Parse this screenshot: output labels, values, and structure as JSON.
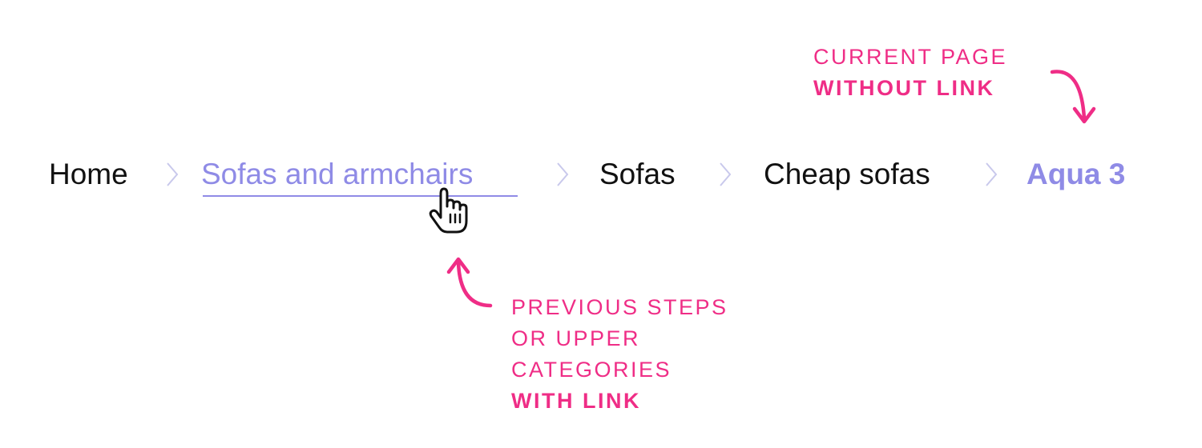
{
  "breadcrumb": {
    "items": [
      {
        "label": "Home",
        "state": "plain"
      },
      {
        "label": "Sofas and armchairs",
        "state": "hover-link"
      },
      {
        "label": "Sofas",
        "state": "plain"
      },
      {
        "label": "Cheap sofas",
        "state": "plain"
      },
      {
        "label": "Aqua 3",
        "state": "current"
      }
    ],
    "separator_icon": "chevron-right-icon"
  },
  "annotations": {
    "current_page": {
      "line1": "Current page",
      "line2": "Without link"
    },
    "previous_steps": {
      "line1": "Previous steps",
      "line2": "or upper",
      "line3": "categories",
      "line4": "With link"
    }
  },
  "icons": {
    "cursor": "hand-pointer-icon",
    "arrow": "curved-arrow-icon"
  },
  "colors": {
    "text": "#111111",
    "link": "#8f8be6",
    "separator": "#c9c9ec",
    "annotation": "#ef2d86"
  }
}
